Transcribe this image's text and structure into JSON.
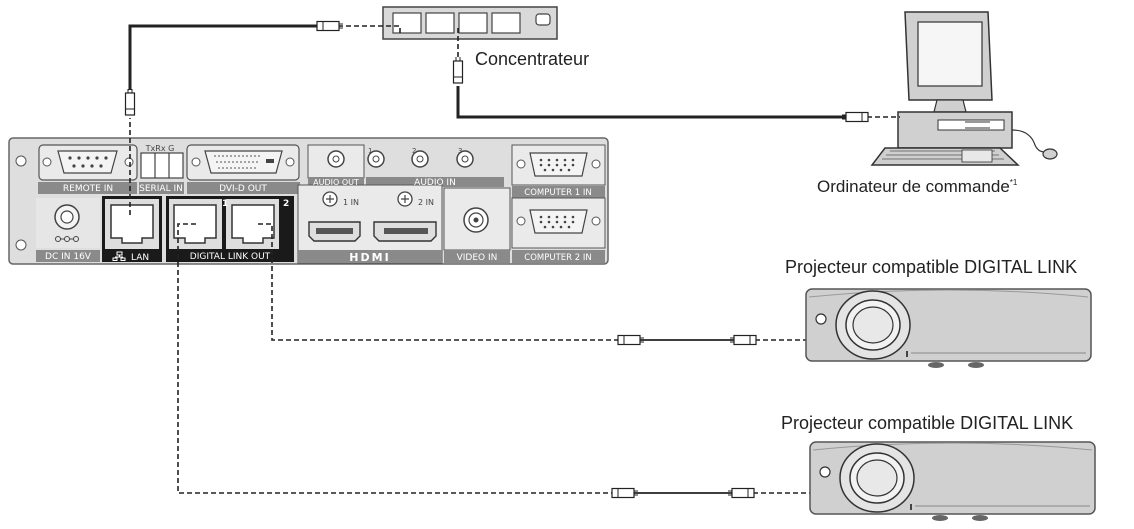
{
  "labels": {
    "hub": "Concentrateur",
    "computer": "Ordinateur de commande",
    "computer_note": "*1",
    "projector_1": "Projecteur compatible DIGITAL LINK",
    "projector_2": "Projecteur compatible DIGITAL LINK"
  },
  "panel": {
    "remote_in": "REMOTE IN",
    "serial_in": "SERIAL IN",
    "serial_pins": "TxRx G",
    "dvi_out": "DVI-D OUT",
    "audio_out": "AUDIO OUT",
    "audio_in": "AUDIO IN",
    "audio_in_1": "1",
    "audio_in_2": "2",
    "audio_in_3": "3",
    "computer_1_in": "COMPUTER 1 IN",
    "computer_2_in": "COMPUTER 2 IN",
    "dc_in": "DC IN 16V",
    "lan": "LAN",
    "digital_link_out": "DIGITAL LINK OUT",
    "digital_link_1": "1",
    "digital_link_2": "2",
    "hdmi_1_in": "1 IN",
    "hdmi_2_in": "2 IN",
    "hdmi_logo": "HDMI",
    "video_in": "VIDEO IN"
  },
  "colors": {
    "panel_fill": "#dedede",
    "label_bar": "#8a8a8a",
    "dark_bar": "#1a1a1a",
    "line": "#222222"
  }
}
